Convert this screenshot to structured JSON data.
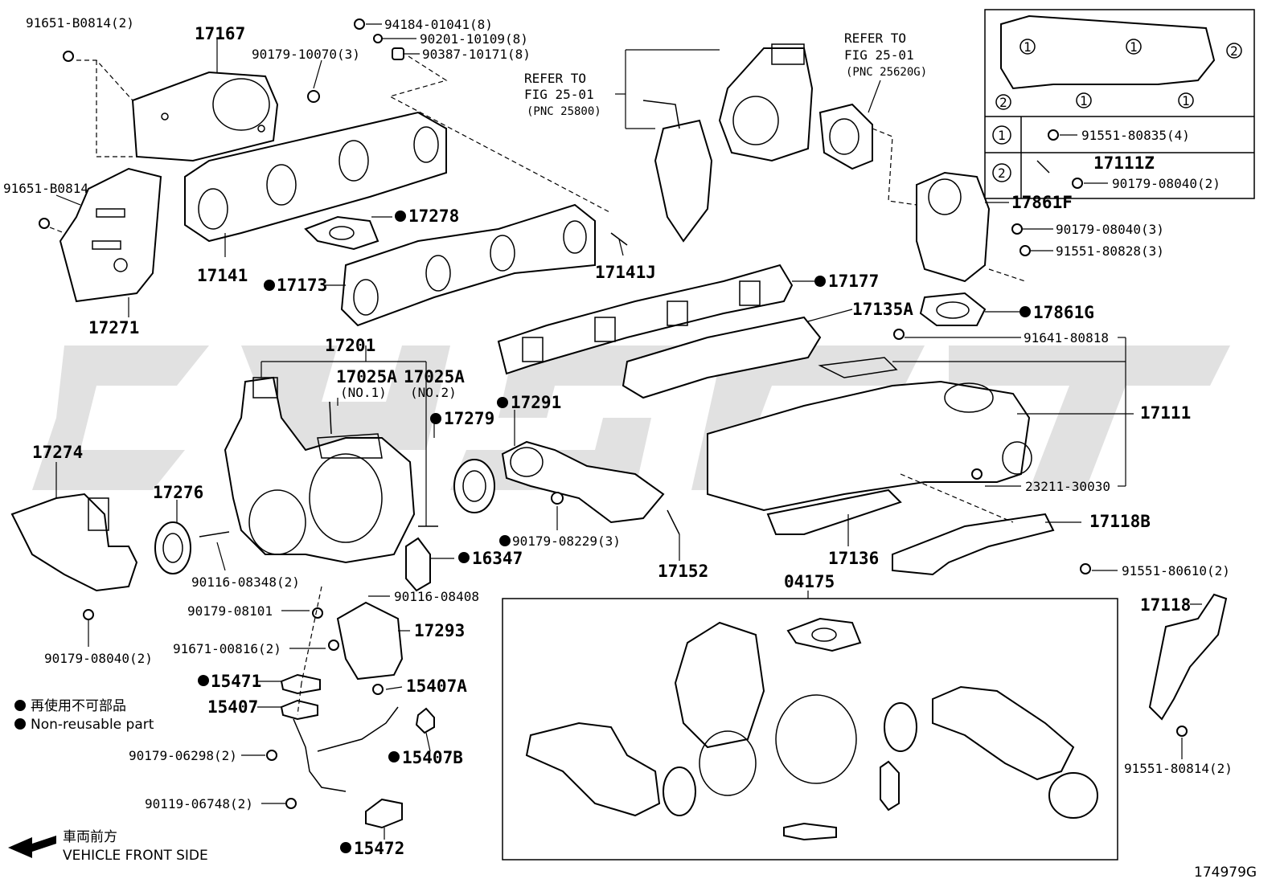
{
  "diagram_id": "174979G",
  "labels": {
    "p17167": "17167",
    "p91651b0814_2": "91651-B0814(2)",
    "p9017910070_3": "90179-10070(3)",
    "p9418401041_8": "94184-01041(8)",
    "p9020110109_8": "90201-10109(8)",
    "p9038710171_8": "90387-10171(8)",
    "p91651b0814": "91651-B0814",
    "p17278": "17278",
    "p17141": "17141",
    "p17141j": "17141J",
    "p17173": "17173",
    "p17271": "17271",
    "p17177": "17177",
    "p17135a": "17135A",
    "p17861f": "17861F",
    "p9017908040_3": "90179-08040(3)",
    "p9155180828_3": "91551-80828(3)",
    "p17861g": "17861G",
    "p9164180818": "91641-80818",
    "p17201": "17201",
    "p17025a_1": "17025A",
    "p17025a_1_sub": "(NO.1)",
    "p17025a_2": "17025A",
    "p17025a_2_sub": "(NO.2)",
    "p17279": "17279",
    "p17291": "17291",
    "p17111": "17111",
    "p17274": "17274",
    "p17276": "17276",
    "p9011608348_2": "90116-08348(2)",
    "p16347": "16347",
    "p9017908229_3": "90179-08229(3)",
    "p17152": "17152",
    "p17136": "17136",
    "p2321130030": "23211-30030",
    "p17118b": "17118B",
    "p9155180610_2": "91551-80610(2)",
    "p9011608408": "90116-08408",
    "p9017908101": "90179-08101",
    "p17293": "17293",
    "p9167100816_2": "91671-00816(2)",
    "p15471": "15471",
    "p15407a": "15407A",
    "p15407": "15407",
    "p9017906298_2": "90179-06298(2)",
    "p15407b": "15407B",
    "p9011906748_2": "90119-06748(2)",
    "p15472": "15472",
    "p9017908040_2": "90179-08040(2)",
    "p04175": "04175",
    "p17118": "17118",
    "p9155180814_2": "91551-80814(2)"
  },
  "refs": {
    "left": {
      "line1": "REFER TO",
      "line2": "FIG 25-01",
      "line3": "(PNC 25800)"
    },
    "right": {
      "line1": "REFER TO",
      "line2": "FIG 25-01",
      "line3": "(PNC 25620G)"
    }
  },
  "inset": {
    "callout_1": "1",
    "callout_2": "2",
    "row1_key": "1",
    "row1_part": "91551-80835(4)",
    "row2_key": "2",
    "row2_part_a": "17111Z",
    "row2_part_b": "90179-08040(2)"
  },
  "legend": {
    "jp": "再使用不可部品",
    "en": "Non-reusable part"
  },
  "direction": {
    "jp": "車両前方",
    "en": "VEHICLE FRONT SIDE"
  }
}
